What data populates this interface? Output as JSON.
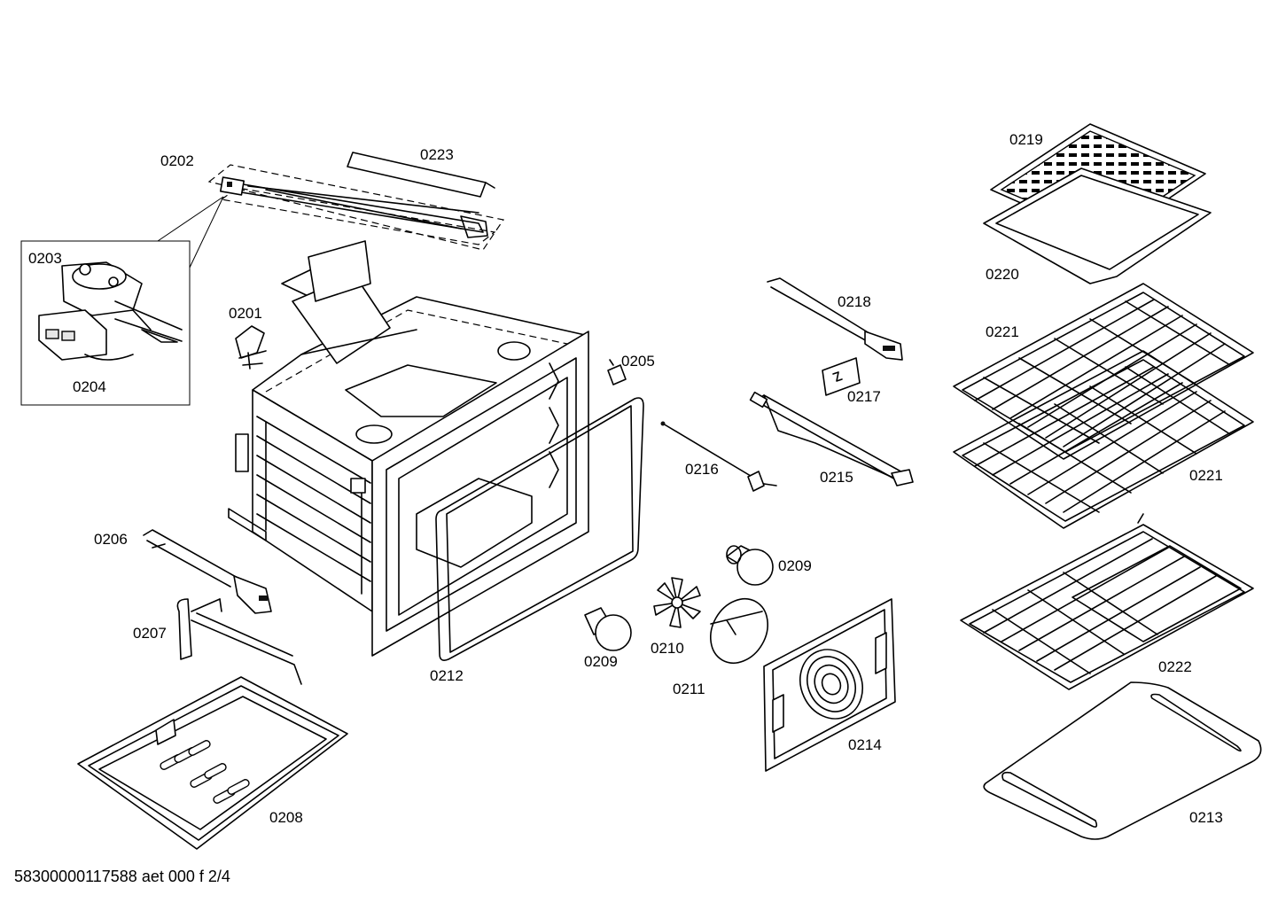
{
  "diagram": {
    "part_labels": [
      "0202",
      "0223",
      "0203",
      "0204",
      "0201",
      "0205",
      "0206",
      "0207",
      "0208",
      "0209",
      "0209",
      "0210",
      "0211",
      "0212",
      "0214",
      "0216",
      "0215",
      "0217",
      "0218",
      "0219",
      "0220",
      "0221",
      "0221",
      "0222",
      "0213"
    ]
  },
  "footer": {
    "document_code": "58300000117588 aet 000 f 2/4"
  }
}
